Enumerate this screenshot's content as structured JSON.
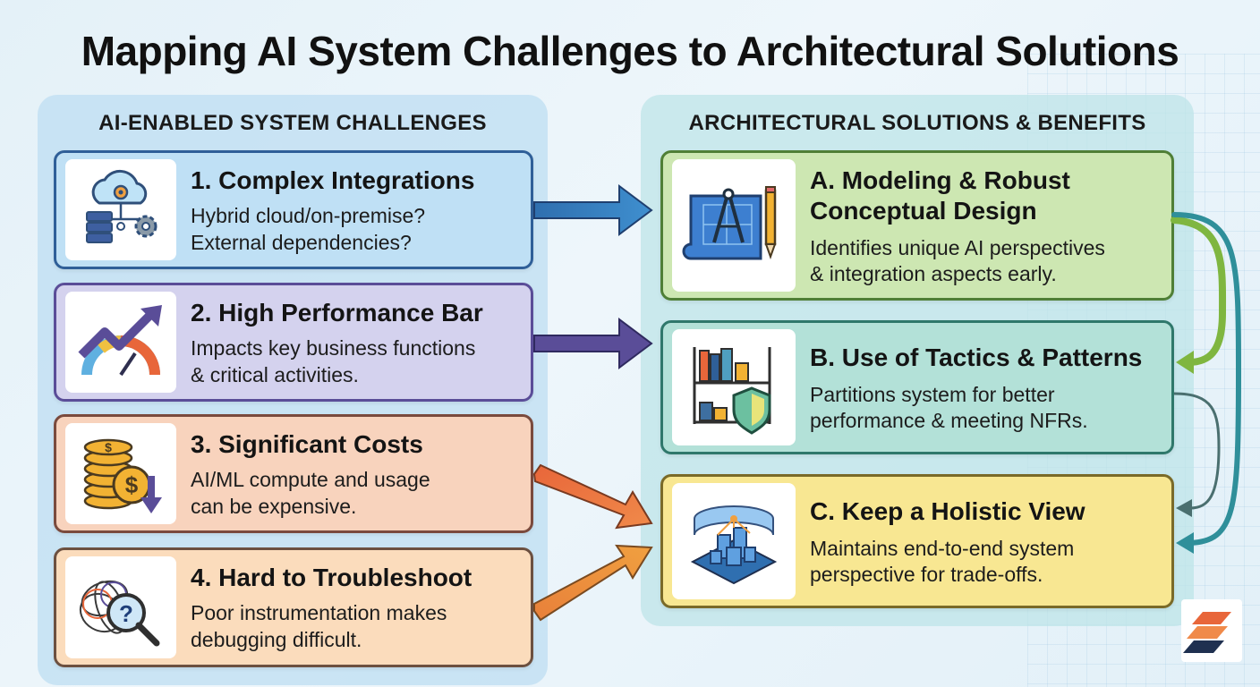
{
  "title": "Mapping AI System Challenges to Architectural Solutions",
  "left_panel": {
    "heading": "AI-ENABLED SYSTEM CHALLENGES",
    "items": [
      {
        "title": "1. Complex Integrations",
        "desc_lines": [
          "Hybrid cloud/on-premise?",
          "External dependencies?"
        ],
        "icon": "cloud-server-gears-icon",
        "color": "#2f5f98"
      },
      {
        "title": "2. High Performance Bar",
        "desc_lines": [
          "Impacts key business functions",
          "& critical activities."
        ],
        "icon": "trend-gauge-icon",
        "color": "#5a4d98"
      },
      {
        "title": "3. Significant Costs",
        "desc_lines": [
          "AI/ML compute and usage",
          "can be expensive."
        ],
        "icon": "coins-dollar-down-icon",
        "color": "#e8663a"
      },
      {
        "title": "4. Hard to Troubleshoot",
        "desc_lines": [
          "Poor instrumentation makes",
          "debugging difficult."
        ],
        "icon": "tangle-magnifier-question-icon",
        "color": "#e8863a"
      }
    ]
  },
  "right_panel": {
    "heading": "ARCHITECTURAL SOLUTIONS & BENEFITS",
    "items": [
      {
        "title_lines": [
          "A. Modeling & Robust",
          "Conceptual Design"
        ],
        "desc_lines": [
          "Identifies unique AI perspectives",
          "& integration aspects early."
        ],
        "icon": "blueprint-compass-icon",
        "color": "#4f7f36"
      },
      {
        "title_lines": [
          "B. Use of Tactics & Patterns"
        ],
        "desc_lines": [
          "Partitions system for better",
          "performance & meeting NFRs."
        ],
        "icon": "shelves-shield-icon",
        "color": "#2f786b"
      },
      {
        "title_lines": [
          "C. Keep a Holistic View"
        ],
        "desc_lines": [
          "Maintains end-to-end system",
          "perspective for trade-offs."
        ],
        "icon": "isometric-network-icon",
        "color": "#7a6a28"
      }
    ]
  },
  "logo_icon": "brand-logo-icon"
}
